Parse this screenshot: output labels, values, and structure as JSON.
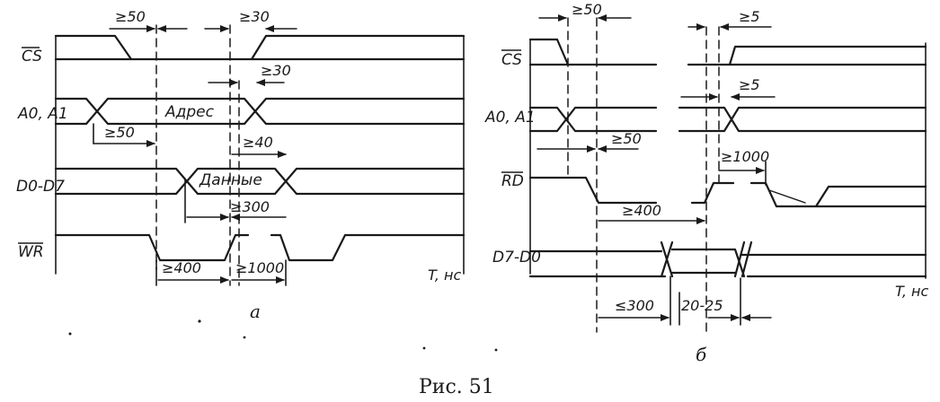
{
  "figure_caption": "Рис. 51",
  "panel_a": {
    "label": "а",
    "signals": [
      "CS",
      "A0, A1",
      "D0-D7",
      "WR"
    ],
    "bus_labels": [
      "Адрес",
      "Данные"
    ],
    "time_axis": "T, нс",
    "timings": [
      "≥50",
      "≥30",
      "≥30",
      "≥50",
      "≥40",
      "≥300",
      "≥400",
      "≥1000"
    ]
  },
  "panel_b": {
    "label": "б",
    "signals": [
      "CS",
      "A0, A1",
      "RD",
      "D7-D0"
    ],
    "time_axis": "T, нс",
    "timings": [
      "≥50",
      "≥5",
      "≥5",
      "≥50",
      "≥1000",
      "≥400",
      "≤300",
      "20-25"
    ]
  }
}
